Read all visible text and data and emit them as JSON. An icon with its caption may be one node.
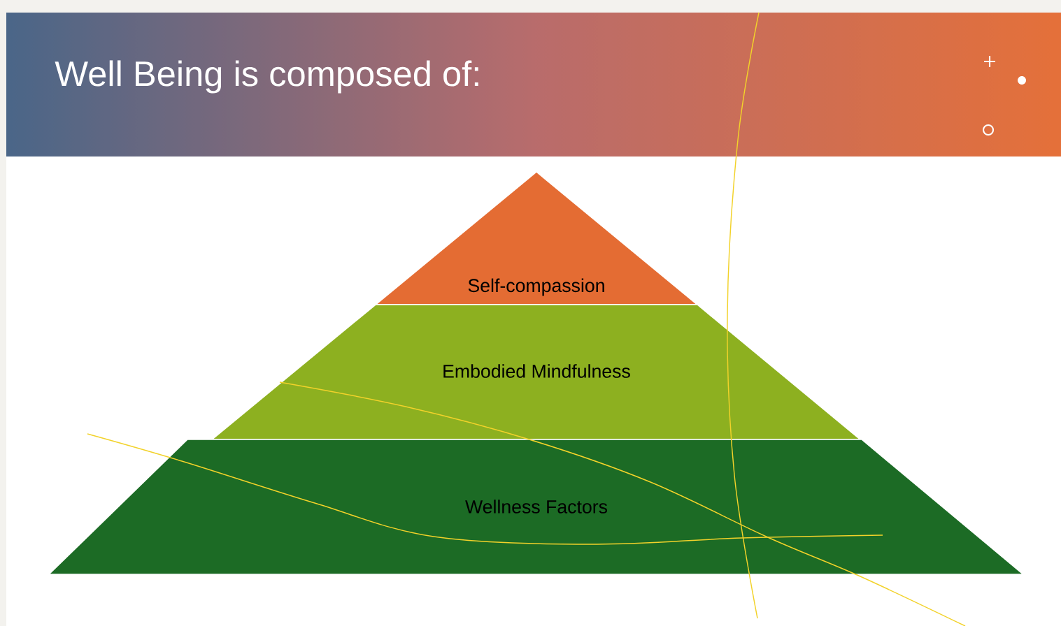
{
  "diagram": {
    "title": "Well Being is composed of:",
    "nodes": [
      {
        "text": [
          "Self-compassion"
        ]
      },
      {
        "text": [
          "Embodied Mindfulness"
        ]
      },
      {
        "text": [
          "Wellness Factors"
        ]
      }
    ]
  }
}
